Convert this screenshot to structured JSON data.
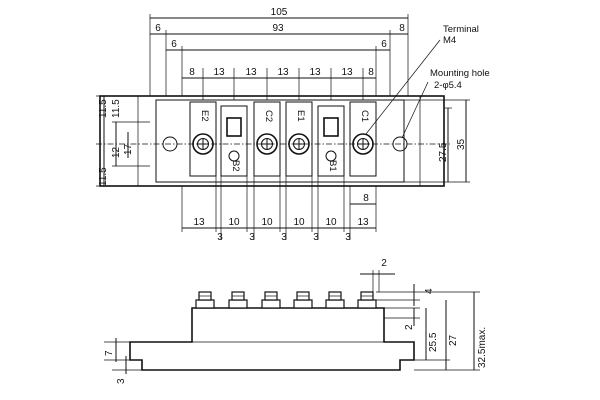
{
  "top_view": {
    "dims_top": {
      "overall": "105",
      "inner": "93",
      "left_offset_1": "6",
      "right_offset_1": "8",
      "left_offset_2": "6",
      "right_offset_2": "6"
    },
    "pitch_row": [
      "8",
      "13",
      "13",
      "13",
      "13",
      "13",
      "8"
    ],
    "left_dims": [
      "11.5",
      "11.5",
      "11.5",
      "12",
      "17"
    ],
    "right_dims": [
      "27.5",
      "35"
    ],
    "terminal_labels": [
      "E2",
      "B2",
      "C2",
      "E1",
      "B1",
      "C1"
    ],
    "bottom_row_1": [
      "13",
      "10",
      "10",
      "10",
      "10",
      "13"
    ],
    "bottom_row_2": [
      "3",
      "3",
      "3",
      "3",
      "3"
    ],
    "slot_dim": "8",
    "callouts": {
      "terminal": "Terminal",
      "terminal_size": "M4",
      "mounting_hole": "Mounting hole",
      "mounting_hole_size": "2-φ5.4"
    }
  },
  "side_view": {
    "top_dim": "2",
    "right_dims": [
      "4",
      "2",
      "25.5",
      "27",
      "32.5max."
    ],
    "left_dims": [
      "7",
      "3"
    ]
  }
}
